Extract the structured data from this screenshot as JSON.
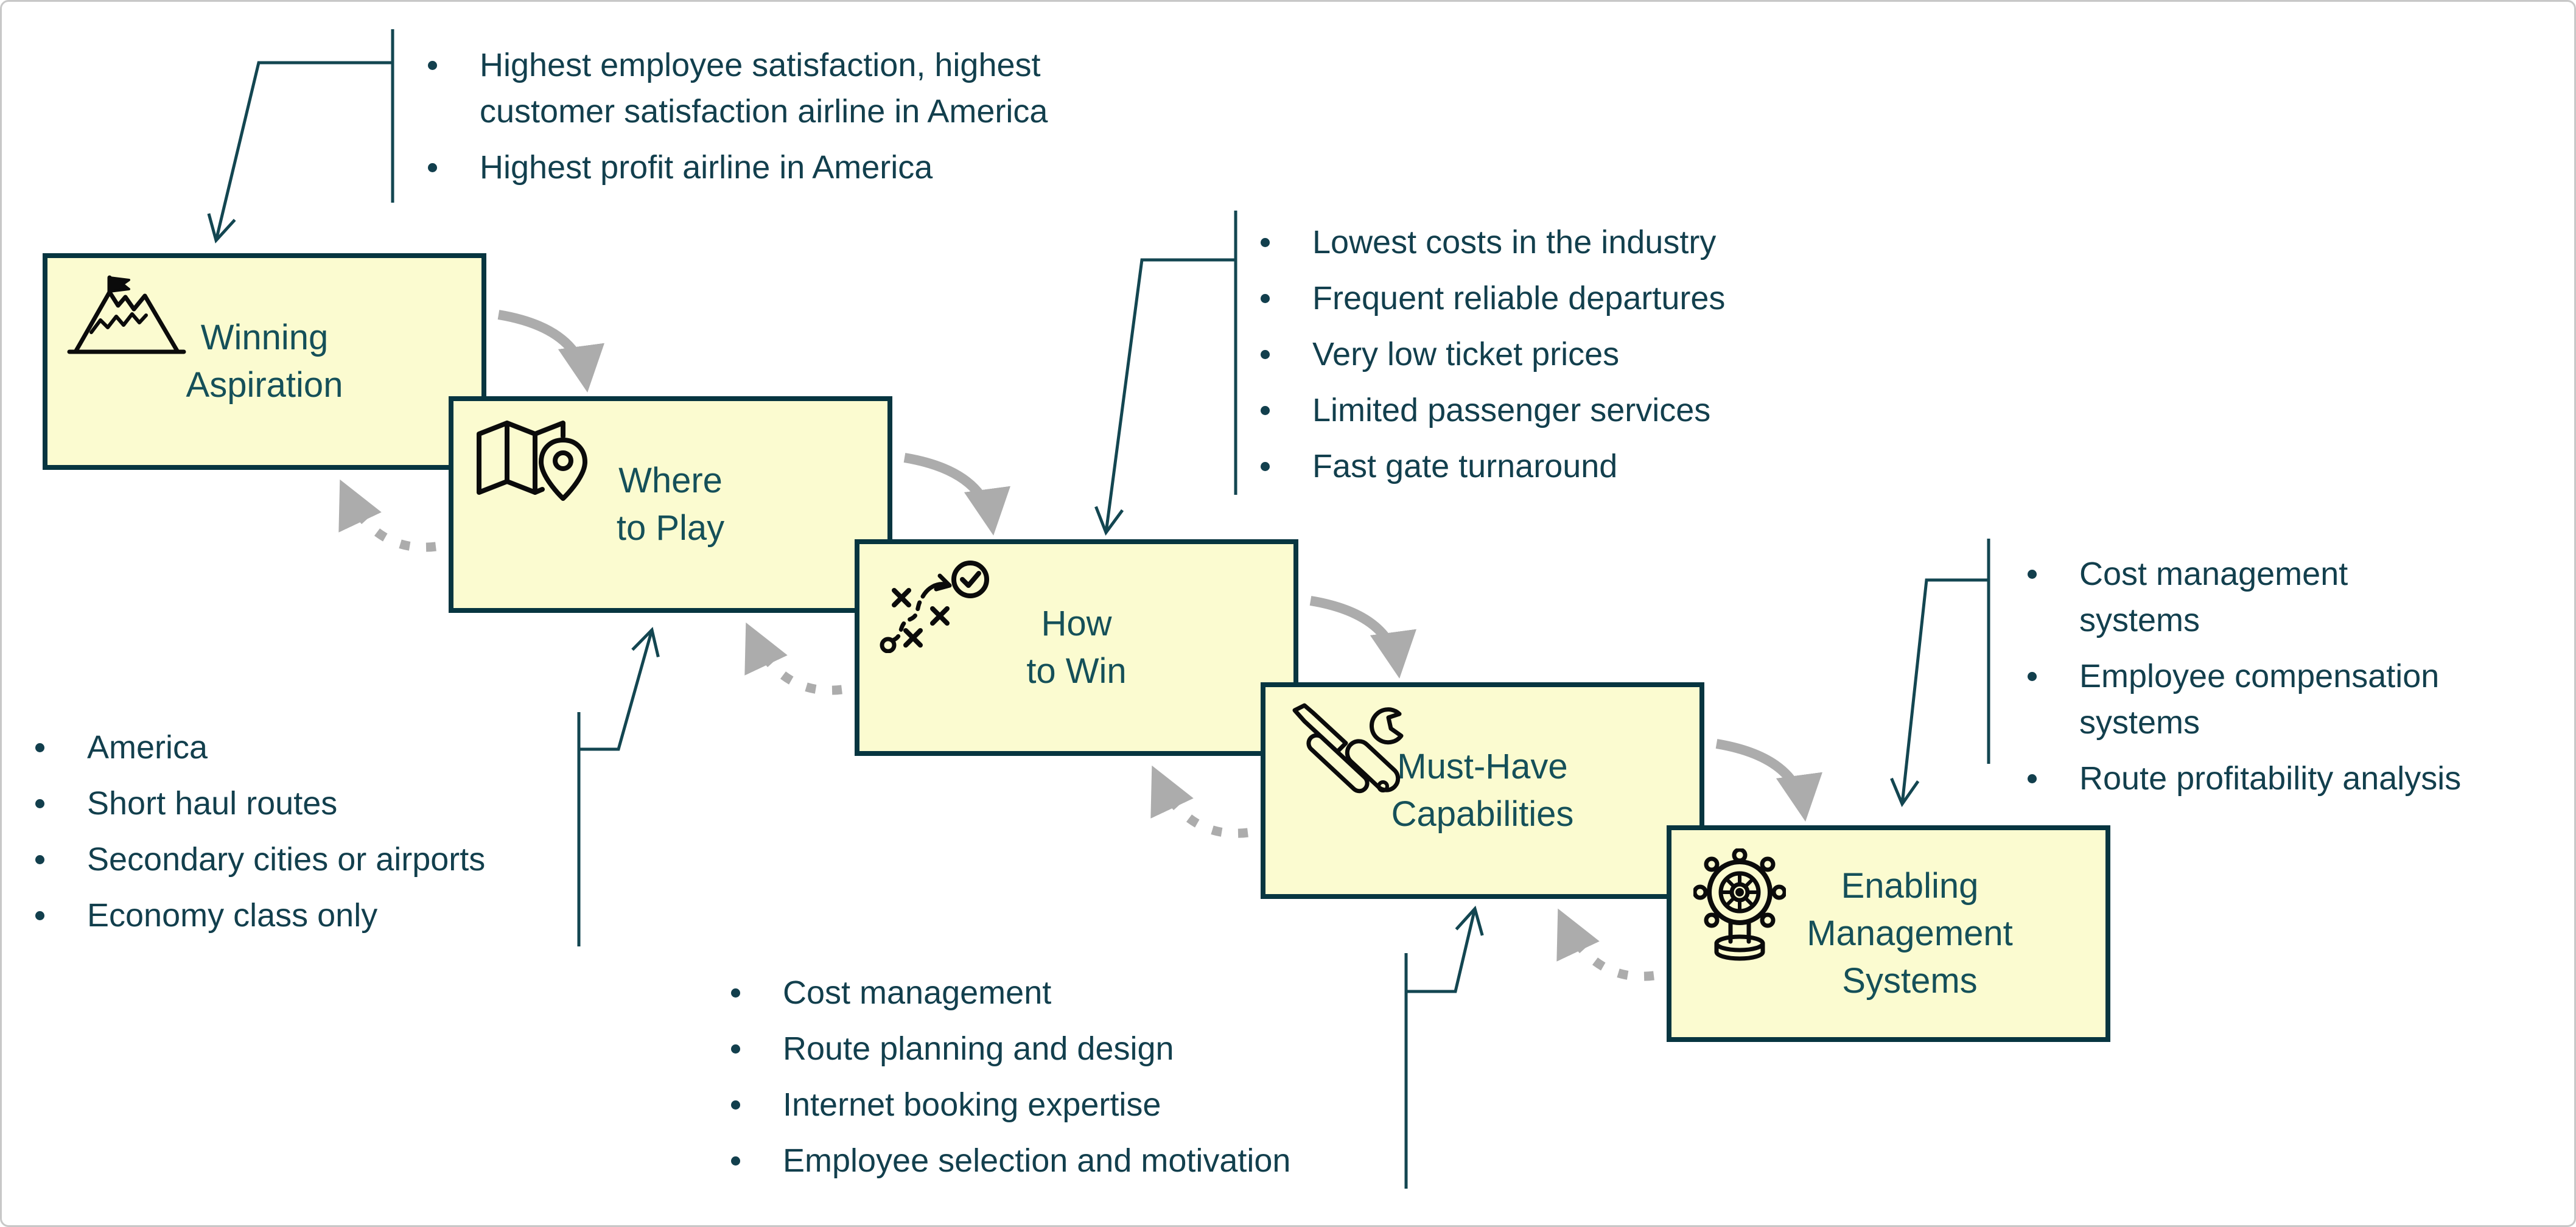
{
  "colors": {
    "box_fill": "#FBFBD0",
    "box_border": "#073540",
    "box_text": "#155059",
    "bullet_text": "#123F4D",
    "connector": "#134651",
    "arrow_gray": "#ACACAC",
    "icon": "#0B0B0B",
    "canvas_border": "#C8C8C8"
  },
  "boxes": [
    {
      "id": "winning-aspiration",
      "label": "Winning\nAspiration",
      "icon": "mountain-flag-icon"
    },
    {
      "id": "where-to-play",
      "label": "Where\nto Play",
      "icon": "map-location-icon"
    },
    {
      "id": "how-to-win",
      "label": "How\nto Win",
      "icon": "strategy-play-icon"
    },
    {
      "id": "must-have-capabilities",
      "label": "Must-Have\nCapabilities",
      "icon": "tools-icon"
    },
    {
      "id": "enabling-management-systems",
      "label": "Enabling\nManagement\nSystems",
      "icon": "ship-helm-icon"
    }
  ],
  "callouts": [
    {
      "for": "winning-aspiration",
      "items": [
        "Highest employee satisfaction, highest customer satisfaction airline in America",
        "Highest profit airline in America"
      ]
    },
    {
      "for": "where-to-play",
      "items": [
        "America",
        "Short haul routes",
        "Secondary cities or airports",
        "Economy class only"
      ]
    },
    {
      "for": "how-to-win",
      "items": [
        "Lowest costs in the industry",
        "Frequent reliable departures",
        "Very low ticket prices",
        "Limited passenger services",
        "Fast gate turnaround"
      ]
    },
    {
      "for": "must-have-capabilities",
      "items": [
        "Cost management",
        "Route planning and design",
        "Internet booking expertise",
        "Employee selection and motivation"
      ]
    },
    {
      "for": "enabling-management-systems",
      "items": [
        "Cost management systems",
        "Employee compensation systems",
        "Route profitability analysis"
      ]
    }
  ]
}
